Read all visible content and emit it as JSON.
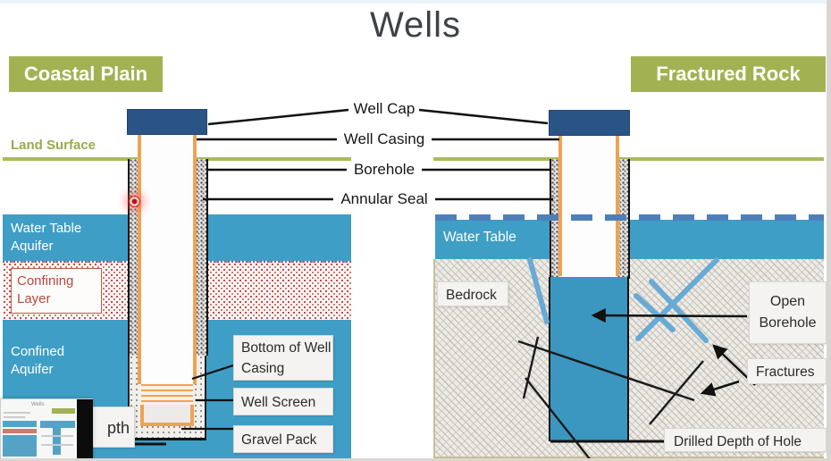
{
  "title": "Wells",
  "left_panel": {
    "heading": "Coastal Plain",
    "land_surface_label": "Land Surface",
    "water_table_aquifer_label": "Water Table Aquifer",
    "confining_layer_label": "Confining Layer",
    "confined_aquifer_label": "Confined Aquifer",
    "bottom_of_well_casing_label": "Bottom of Well Casing",
    "well_screen_label": "Well Screen",
    "gravel_pack_label": "Gravel Pack",
    "occluded_label_fragment": "pth"
  },
  "center_callouts": {
    "well_cap": "Well Cap",
    "well_casing": "Well Casing",
    "borehole": "Borehole",
    "annular_seal": "Annular Seal"
  },
  "right_panel": {
    "heading": "Fractured Rock",
    "water_table_label": "Water Table",
    "bedrock_label": "Bedrock",
    "open_borehole_label": "Open Borehole",
    "fractures_label": "Fractures",
    "drilled_depth_label": "Drilled Depth of Hole"
  },
  "thumbnail": {
    "title": "Wells"
  },
  "colors": {
    "heading_green": "#a2b253",
    "land_surface_green": "#a9ba5e",
    "aquifer_blue": "#3f9ec5",
    "well_cap_blue": "#2b5486",
    "casing_orange": "#f0a254",
    "confining_red": "#b5493b",
    "fracture_blue": "#68aad4",
    "water_table_dash_blue": "#4f7fba",
    "laser_pointer_red": "#e22520"
  }
}
